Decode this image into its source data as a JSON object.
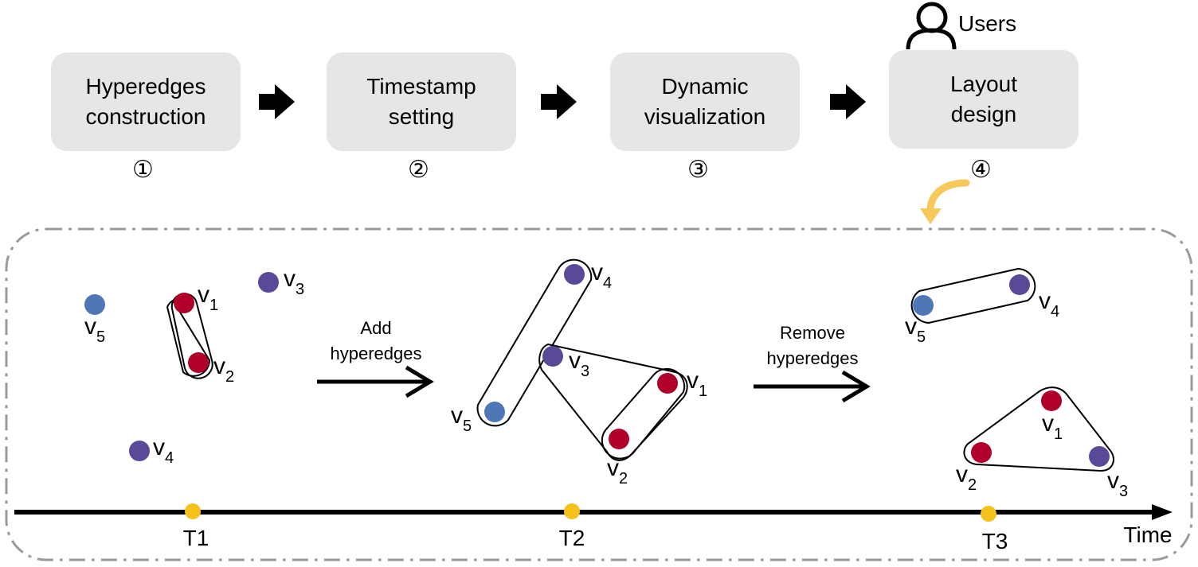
{
  "steps": [
    {
      "line1": "Hyperedges",
      "line2": "construction",
      "num": "①"
    },
    {
      "line1": "Timestamp",
      "line2": "setting",
      "num": "②"
    },
    {
      "line1": "Dynamic",
      "line2": "visualization",
      "num": "③"
    },
    {
      "line1": "Layout",
      "line2": "design",
      "num": "④"
    }
  ],
  "users_label": "Users",
  "actions": {
    "add_line1": "Add",
    "add_line2": "hyperedges",
    "remove_line1": "Remove",
    "remove_line2": "hyperedges"
  },
  "timeline": {
    "t1": "T1",
    "t2": "T2",
    "t3": "T3",
    "axis": "Time"
  },
  "vertex_letter": "v",
  "vertex_subscripts": {
    "v1": "1",
    "v2": "2",
    "v3": "3",
    "v4": "4",
    "v5": "5"
  },
  "colors": {
    "red": "#b0002a",
    "purple": "#5a4898",
    "blue": "#4f77b8",
    "timestamp": "#f5c21b",
    "curved_arrow": "#f7c85a",
    "box": "#e6e6e6",
    "dash_border": "#9a9a9a"
  }
}
